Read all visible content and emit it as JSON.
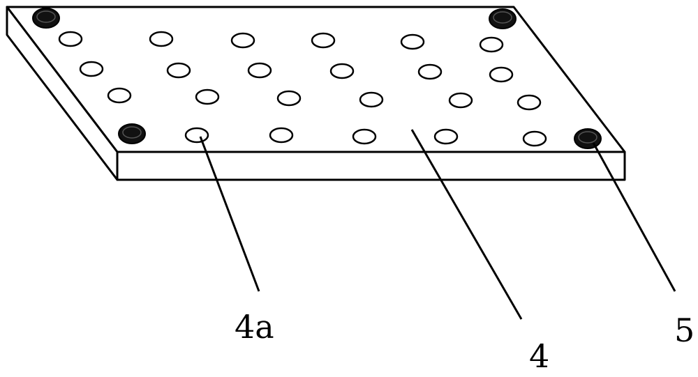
{
  "figure": {
    "labels": {
      "hole": "4a",
      "plate": "4",
      "corner_post": "5"
    }
  },
  "colors": {
    "stroke": "#000000",
    "plate_fill": "#ffffff",
    "corner_post_fill": "#111111"
  },
  "icons": {
    "vent_hole": "ellipse-outline",
    "corner_post": "filled-ellipse"
  }
}
